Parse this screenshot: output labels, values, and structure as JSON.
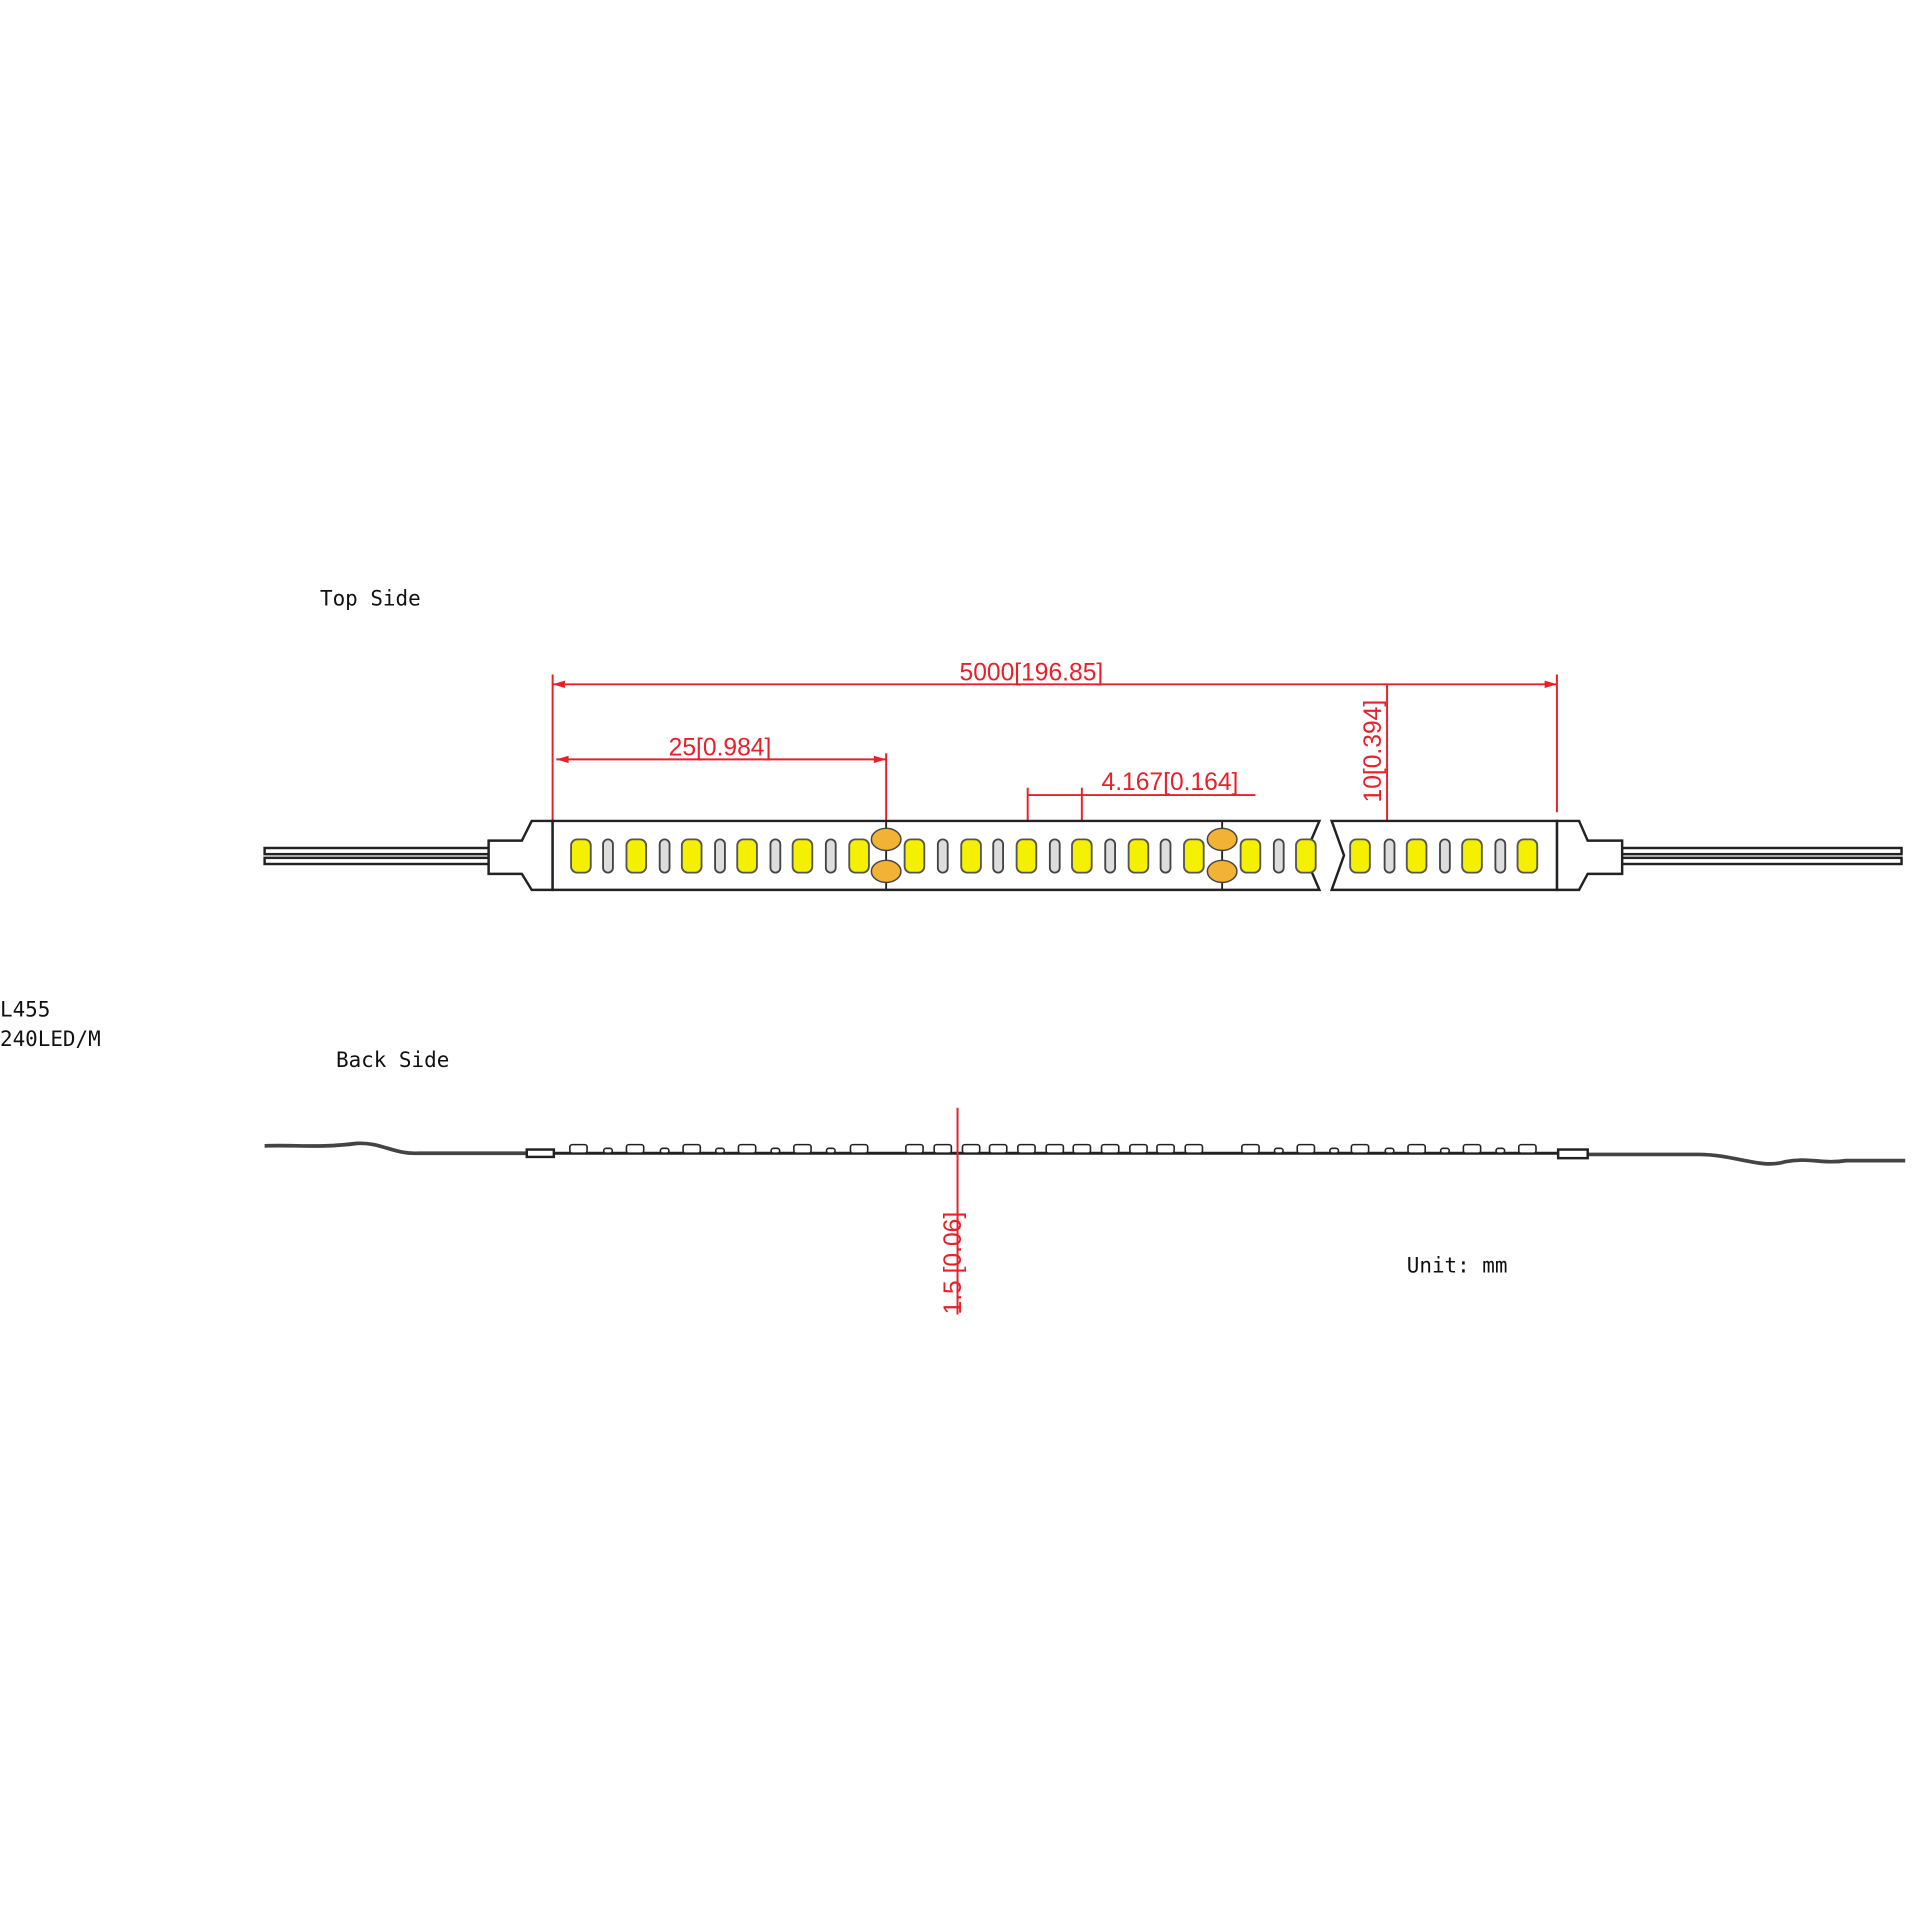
{
  "labels": {
    "top_side": "Top Side",
    "back_side": "Back Side",
    "model": "L455",
    "density": "240LED/M",
    "unit": "Unit: mm"
  },
  "dimensions": {
    "total_length": "5000[196.85]",
    "cut_length": "25[0.984]",
    "led_pitch": "4.167[0.164]",
    "width": "10[0.394]",
    "thickness": "1.5 [0.06]"
  },
  "colors": {
    "dimension": "#e8202a",
    "led": "#f5f000",
    "pad": "#f2b233",
    "outline": "#222222"
  }
}
